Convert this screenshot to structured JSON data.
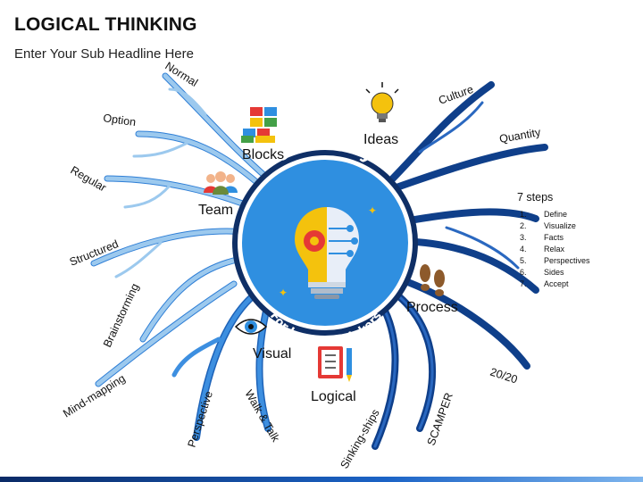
{
  "header": {
    "title": "LOGICAL THINKING",
    "subtitle": "Enter Your Sub Headline Here"
  },
  "hub": {
    "top_text": "Creativity",
    "bottom_text": "For Logical Thinkers"
  },
  "sections": {
    "blocks": "Blocks",
    "team": "Team",
    "ideas": "Ideas",
    "process": "Process",
    "visual": "Visual",
    "logical": "Logical"
  },
  "branches": {
    "normal": "Normal",
    "option": "Option",
    "regular": "Regular",
    "structured": "Structured",
    "brainstorming": "Brainstorming",
    "mind_mapping": "Mind-mapping",
    "perspective": "Perspective",
    "walk_talk": "Walk & Talk",
    "sinking_ships": "Sinking-ships",
    "scamper": "SCAMPER",
    "twenty_twenty": "20/20",
    "culture": "Culture",
    "quantity": "Quantity"
  },
  "seven_steps": {
    "heading": "7 steps",
    "items": [
      {
        "num": "1.",
        "text": "Define"
      },
      {
        "num": "2.",
        "text": "Visualize"
      },
      {
        "num": "3.",
        "text": "Facts"
      },
      {
        "num": "4.",
        "text": "Relax"
      },
      {
        "num": "5.",
        "text": "Perspectives"
      },
      {
        "num": "6.",
        "text": "Sides"
      },
      {
        "num": "7.",
        "text": "Accept"
      }
    ]
  },
  "colors": {
    "light_blue": "#9cc9ee",
    "mid_blue": "#2f7fd6",
    "dark_blue": "#0f3f8a",
    "hub_fill": "#2f8fe0",
    "hub_ring": "#0f2f66"
  }
}
